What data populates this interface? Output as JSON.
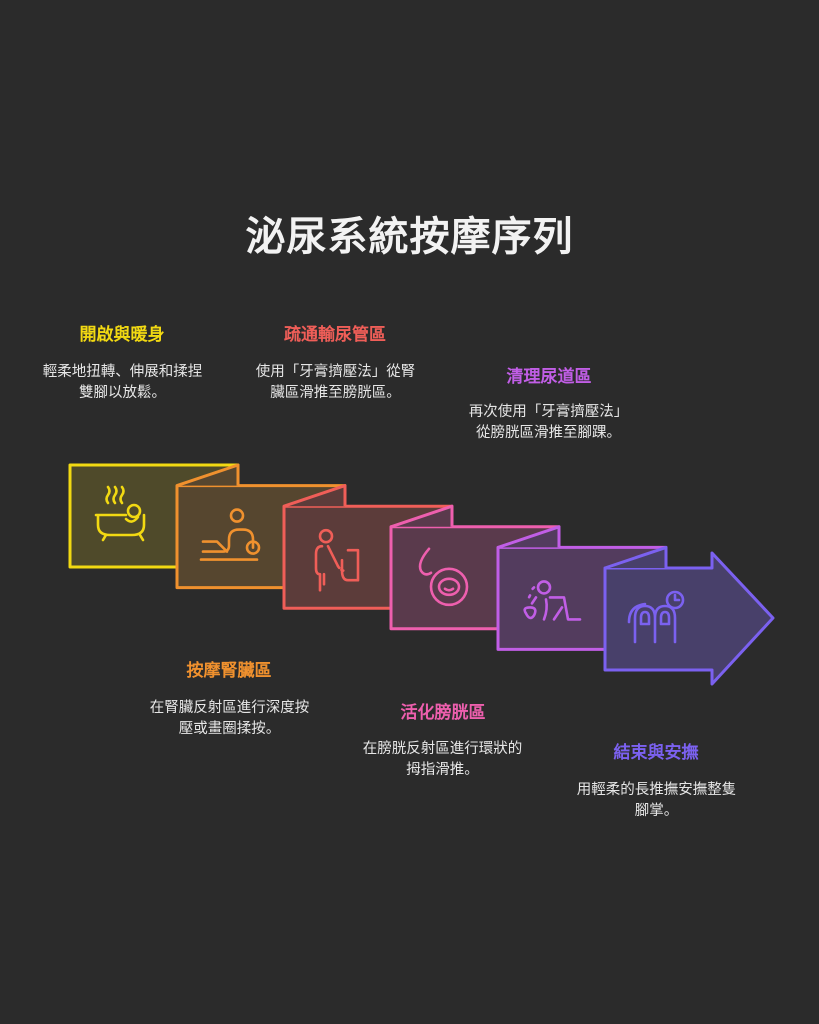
{
  "title": "泌尿系統按摩序列",
  "steps": [
    {
      "title": "開啟與暖身",
      "desc": "輕柔地扭轉、伸展和揉捏雙腳以放鬆。",
      "color": "#f2d912",
      "fill": "#4f4a2a",
      "icon": "bathtub-icon"
    },
    {
      "title": "按摩腎臟區",
      "desc": "在腎臟反射區進行深度按壓或畫圈揉按。",
      "color": "#f0912e",
      "fill": "#56462f",
      "icon": "massage-icon"
    },
    {
      "title": "疏通輸尿管區",
      "desc": "使用「牙膏擠壓法」從腎臟區滑推至膀胱區。",
      "color": "#f05e58",
      "fill": "#5c3c3a",
      "icon": "urinal-icon"
    },
    {
      "title": "活化膀胱區",
      "desc": "在膀胱反射區進行環狀的拇指滑推。",
      "color": "#ee5fae",
      "fill": "#5a3a4c",
      "icon": "bladder-drop-icon"
    },
    {
      "title": "清理尿道區",
      "desc": "再次使用「牙膏擠壓法」從膀胱區滑推至腳踝。",
      "color": "#c15ee6",
      "fill": "#533c5e",
      "icon": "crawling-person-icon"
    },
    {
      "title": "結束與安撫",
      "desc": "用輕柔的長推撫安撫整隻腳掌。",
      "color": "#7b61f0",
      "fill": "#48406a",
      "icon": "fingers-clock-icon"
    }
  ]
}
